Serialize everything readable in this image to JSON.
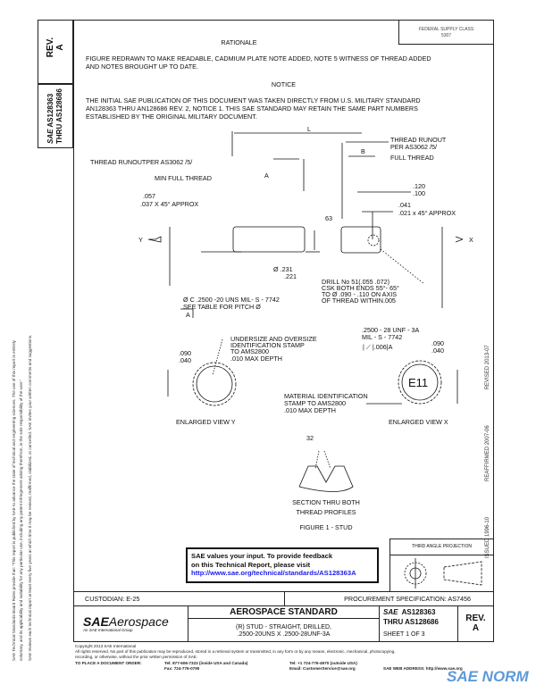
{
  "side_left": {
    "rev_label": "REV.",
    "rev_value": "A",
    "doc_logo": "SAE",
    "doc_number": "AS128363",
    "doc_thru": "THRU AS128686",
    "disclaimer": [
      "SAE Technical Standards Board Rules provide that: \"This report is published by SAE to advance the state of technical and engineering sciences. The use of this report is entirely",
      "voluntary, and its applicability and suitability for any particular use, including any patent infringement arising therefrom, is the sole responsibility of the user.\"",
      "SAE reviews each technical report at least every five years at which time it may be revised, reaffirmed, stabilized, or cancelled. SAE invites your written comments and suggestions."
    ]
  },
  "side_right": {
    "issued": "ISSUED 1996-10",
    "reaffirmed": "REAFFIRMED 2007-06",
    "revised": "REVISED 2013-07"
  },
  "fsc": {
    "line1": "FEDERAL SUPPLY CLASS",
    "line2": "5307"
  },
  "rationale": {
    "title": "RATIONALE",
    "lines": [
      "FIGURE REDRAWN TO MAKE READABLE, CADMIUM PLATE NOTE ADDED, NOTE 5 WITNESS OF THREAD ADDED",
      "AND NOTES BROUGHT UP TO DATE."
    ]
  },
  "notice": {
    "title": "NOTICE",
    "lines": [
      "THE INITIAL SAE PUBLICATION OF THIS DOCUMENT WAS TAKEN DIRECTLY FROM U.S. MILITARY STANDARD",
      "AN128363 THRU AN128686 REV. 2, NOTICE 1. THIS SAE STANDARD MAY RETAIN THE SAME PART NUMBERS",
      "ESTABLISHED BY THE ORIGINAL MILITARY DOCUMENT."
    ]
  },
  "drawing": {
    "L": "L",
    "B": "B",
    "A": "A",
    "runout_right": [
      "THREAD RUNOUT",
      "PER AS3062 /5/"
    ],
    "full_thread": "FULL THREAD",
    "runout_left": "THREAD RUNOUTPER AS3062 /5/",
    "min_full_thread": "MIN FULL THREAD",
    "chamfer_left": [
      ".057",
      ".037 X 45° APPROX"
    ],
    "dim_120": [
      ".120",
      ".100"
    ],
    "chamfer_right": [
      ".041",
      ".021 x 45° APPROX"
    ],
    "surface": "63",
    "view_y": "Y",
    "view_x": "X",
    "dia": [
      "Ø .231",
      ".221"
    ],
    "drill": [
      "DRILL No 51(.055 .072)",
      "CSK BOTH ENDS 55°- 65°",
      "TO Ø .090 - .110 ON AXIS",
      "OF THREAD WITHIN.005"
    ],
    "thread_note": [
      "Ø C .2500 -20 UNS MIL- S - 7742",
      "SEE TABLE FOR PITCH Ø"
    ],
    "datum": "A",
    "thread_right": [
      ".2500 - 28 UNF - 3A",
      "MIL - S - 7742"
    ],
    "tolerance": [
      ".006",
      "A"
    ],
    "dim_090_right": [
      ".090",
      ".040"
    ],
    "dim_090_left": [
      ".090",
      ".040"
    ],
    "undersize": [
      "UNDERSIZE AND OVERSIZE",
      "IDENTIFICATION STAMP",
      "TO AMS2800",
      ".010 MAX DEPTH"
    ],
    "stamp": "E11",
    "material": [
      "MATERIAL IDENTIFICATION",
      "STAMP TO AMS2800",
      ".010 MAX DEPTH"
    ],
    "enlarged_y": "ENLARGED VIEW Y",
    "enlarged_x": "ENLARGED VIEW X",
    "finish": "32",
    "section": [
      "SECTION THRU BOTH",
      "THREAD PROFILES"
    ],
    "figure_caption": "FIGURE 1 - STUD"
  },
  "feedback": {
    "lines": [
      "SAE values your input. To provide feedback",
      "on this Technical Report, please visit"
    ],
    "link": "http://www.sae.org/technical/standards/AS128363A"
  },
  "projection": {
    "title": "THIRD ANGLE PROJECTION"
  },
  "custodian": "CUSTODIAN: E-25",
  "procurement": "PROCUREMENT SPECIFICATION: AS7456",
  "title_block": {
    "logo_sae": "SAE",
    "logo_aero": "Aerospace",
    "logo_sub": "An SAE International Group",
    "category": "AEROSPACE STANDARD",
    "title": [
      "(R) STUD - STRAIGHT, DRILLED,",
      ".2500-20UNS X .2500-28UNF-3A"
    ],
    "sae": "SAE",
    "number": "AS128363",
    "thru": "THRU AS128686",
    "sheet": "SHEET 1 OF 3",
    "rev_label": "REV.",
    "rev_value": "A"
  },
  "footer": {
    "copyright": "Copyright 2013 SAE International",
    "rights": [
      "All rights reserved. No part of this publication may be reproduced, stored in a retrieval system or transmitted, in any form or by any means, electronic, mechanical, photocopying,",
      "recording, or otherwise, without the prior written permission of SAE."
    ],
    "order_label": "TO PLACE A DOCUMENT ORDER:",
    "tel1": "Tel: 877-606-7323 (inside USA and Canada)",
    "fax": "Fax: 724-776-0790",
    "tel2": "Tel: +1 724-776-4970 (outside USA)",
    "email": "Email: CustomerService@sae.org",
    "web": "SAE WEB ADDRESS: http://www.sae.org"
  },
  "watermark": "SAE NORM"
}
